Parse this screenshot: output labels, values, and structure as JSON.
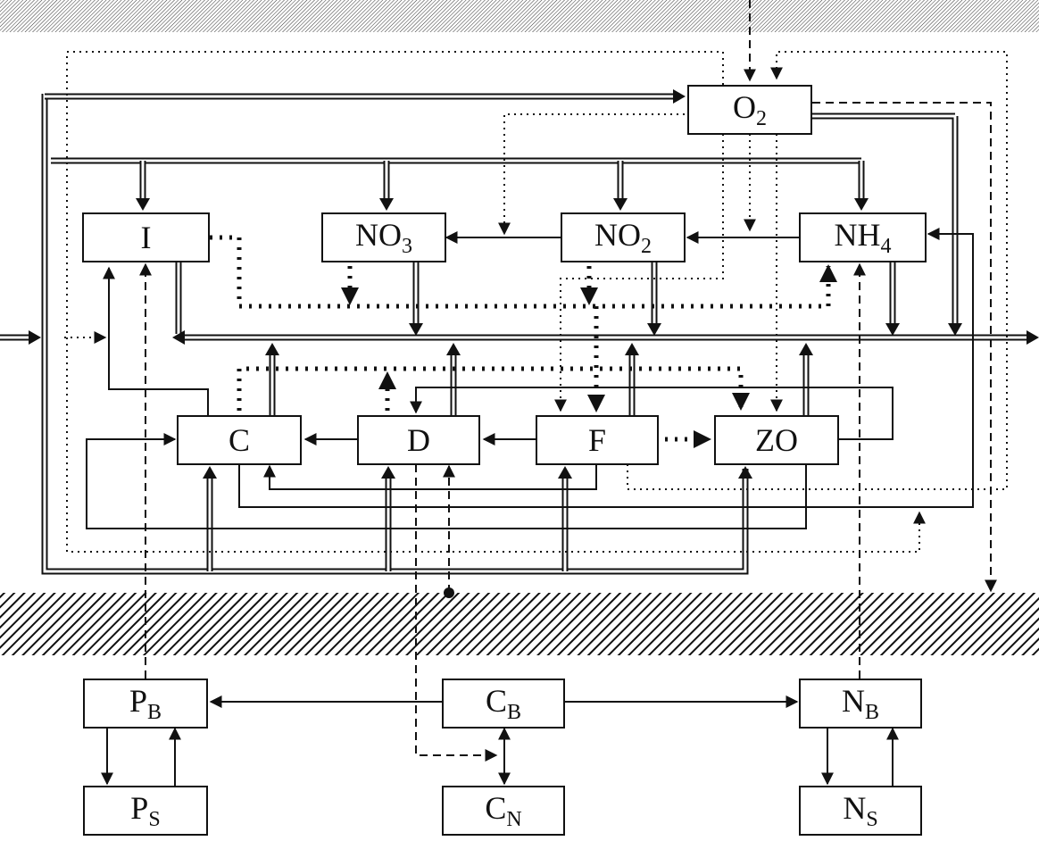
{
  "nodes": {
    "O2": {
      "main": "O",
      "sub": "2"
    },
    "I": {
      "main": "I",
      "sub": ""
    },
    "NO3": {
      "main": "NO",
      "sub": "3"
    },
    "NO2": {
      "main": "NO",
      "sub": "2"
    },
    "NH4": {
      "main": "NH",
      "sub": "4"
    },
    "C": {
      "main": "C",
      "sub": ""
    },
    "D": {
      "main": "D",
      "sub": ""
    },
    "F": {
      "main": "F",
      "sub": ""
    },
    "ZO": {
      "main": "ZO",
      "sub": ""
    },
    "PB": {
      "main": "P",
      "sub": "B"
    },
    "CB": {
      "main": "C",
      "sub": "B"
    },
    "NB": {
      "main": "N",
      "sub": "B"
    },
    "PS": {
      "main": "P",
      "sub": "S"
    },
    "CN": {
      "main": "C",
      "sub": "N"
    },
    "NS": {
      "main": "N",
      "sub": "S"
    }
  },
  "line_styles": [
    "double",
    "solid",
    "dotted",
    "heavy-dotted",
    "dashed"
  ],
  "colors": {
    "ink": "#111111",
    "background": "#ffffff"
  }
}
